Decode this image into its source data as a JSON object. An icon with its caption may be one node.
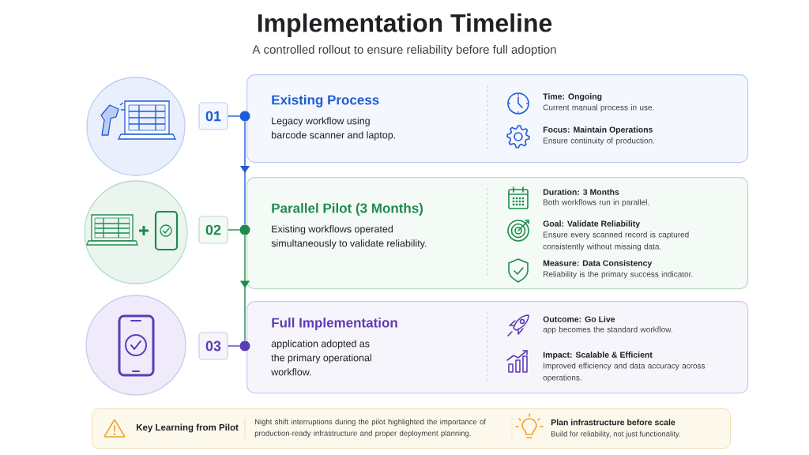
{
  "diagram": {
    "title": "Implementation Timeline",
    "nodes": [
      {
        "text": [],
        "shape": "circle"
      },
      {
        "text": [
          "01"
        ]
      },
      {
        "text": [],
        "shape": "circle"
      },
      {
        "text": [
          "Existing Process",
          "Legacy workflow using barcode scanner and laptop.",
          "Time: Ongoing",
          "Current manual process in use.",
          "Focus: Maintain Operations",
          "Ensure continuity of production."
        ]
      },
      {
        "text": [],
        "shape": "circle"
      },
      {
        "text": [
          "02"
        ]
      },
      {
        "text": [],
        "shape": "circle"
      },
      {
        "text": [
          "Parallel Pilot (3 Months)",
          "Existing workflows operated simultaneously to validate reliability.",
          "Duration: 3 Months",
          "Both workflows run in parallel.",
          "Goal: Validate Reliability",
          "Ensure every scanned record is captured consistently without missing data.",
          "Measure: Data Consistency",
          "Reliability is the primary success indicator."
        ]
      },
      {
        "text": [],
        "shape": "circle"
      },
      {
        "text": [
          "03"
        ]
      },
      {
        "text": [],
        "shape": "circle"
      },
      {
        "text": [
          "Full Implementation",
          "application adopted as the primary operational workflow.",
          "Outcome: Go Live",
          "app becomes the standard workflow.",
          "Impact: Scalable & Efficient",
          "Improved efficiency and data accuracy across operations."
        ]
      },
      {
        "text": [
          "Key Learning from Pilot",
          "Night shift interruptions during the pilot highlighted the importance of production-ready infrastructure and proper deployment planning.",
          "Plan infrastructure before scale",
          "Build for reliability, not just functionality."
        ]
      }
    ],
    "edges": [
      {
        "from": 1,
        "to": 2,
        "arrow": "none",
        "color": "#1f5bd8"
      },
      {
        "from": 2,
        "to": 6,
        "arrow": "to",
        "color": "#1f5bd8"
      },
      {
        "from": 5,
        "to": 6,
        "arrow": "none",
        "color": "#1e8a4c"
      },
      {
        "from": 6,
        "to": 10,
        "arrow": "to",
        "color": "#1e8a4c"
      },
      {
        "from": 9,
        "to": 10,
        "arrow": "none",
        "color": "#5b3db5"
      }
    ],
    "labels": [
      "A controlled rollout to ensure reliability before full adoption"
    ]
  }
}
